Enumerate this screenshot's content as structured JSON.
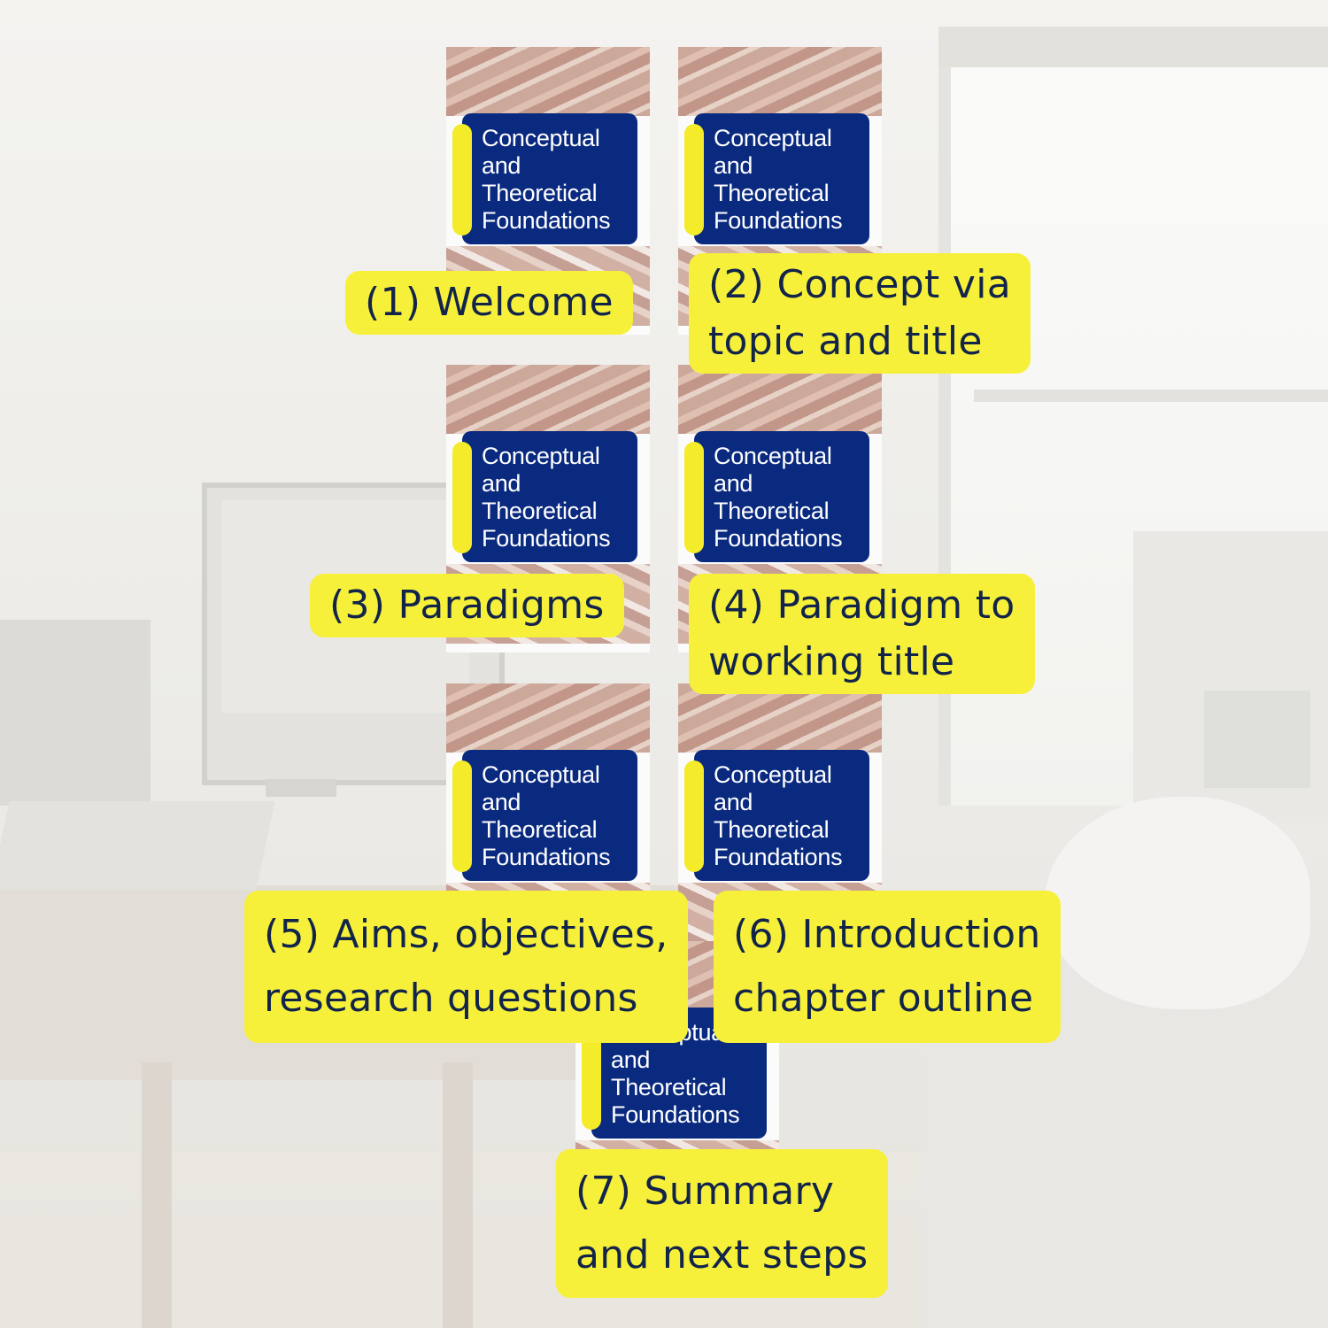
{
  "cover_title": "Conceptual\nand\nTheoretical\nFoundations",
  "captions": [
    {
      "id": "1",
      "lines": [
        "(1) Welcome"
      ]
    },
    {
      "id": "2",
      "lines": [
        "(2) Concept via",
        "topic and title"
      ]
    },
    {
      "id": "3",
      "lines": [
        "(3) Paradigms"
      ]
    },
    {
      "id": "4",
      "lines": [
        "(4) Paradigm to",
        "working title"
      ]
    },
    {
      "id": "5",
      "lines": [
        "(5) Aims, objectives,",
        "research questions"
      ]
    },
    {
      "id": "6",
      "lines": [
        "(6) Introduction",
        "chapter outline"
      ]
    },
    {
      "id": "7",
      "lines": [
        "(7) Summary",
        "and next steps"
      ]
    }
  ],
  "colors": {
    "label_bg": "#f6f03a",
    "label_text": "#12244a",
    "cover_box": "#0a2a80",
    "cover_accent": "#f4ec2a"
  }
}
